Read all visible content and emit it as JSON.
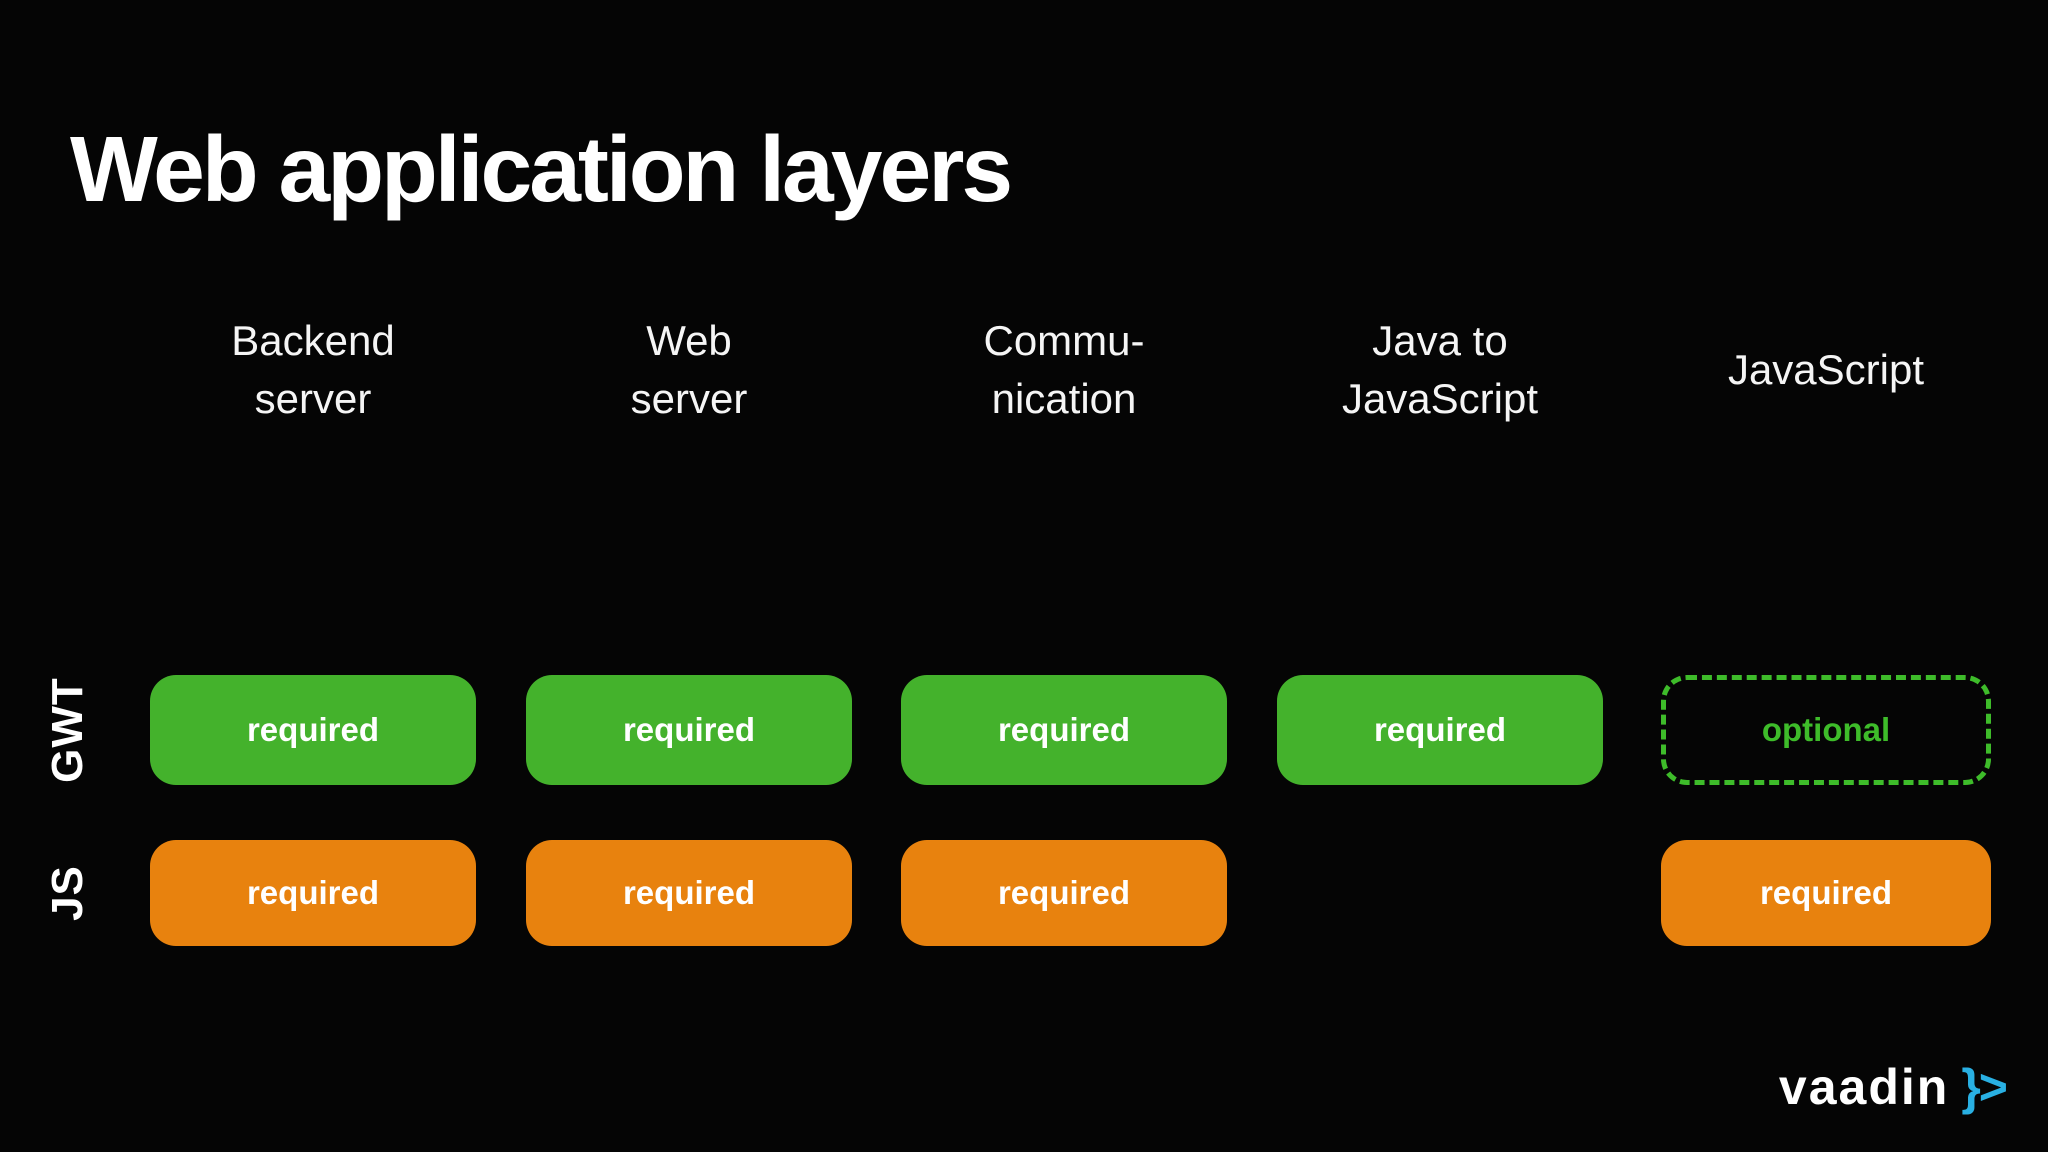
{
  "slide": {
    "title": "Web application layers",
    "columns": [
      {
        "id": "backend-server",
        "label_lines": [
          "Backend",
          "server"
        ]
      },
      {
        "id": "web-server",
        "label_lines": [
          "Web",
          "server"
        ]
      },
      {
        "id": "communication",
        "label_lines": [
          "Commu-",
          "nication"
        ]
      },
      {
        "id": "java-to-javascript",
        "label_lines": [
          "Java to",
          "JavaScript"
        ]
      },
      {
        "id": "javascript",
        "label_lines": [
          "JavaScript"
        ]
      }
    ],
    "rows": [
      {
        "id": "gwt",
        "label": "GWT",
        "cells": [
          {
            "label": "required",
            "variant": "green-solid"
          },
          {
            "label": "required",
            "variant": "green-solid"
          },
          {
            "label": "required",
            "variant": "green-solid"
          },
          {
            "label": "required",
            "variant": "green-solid"
          },
          {
            "label": "optional",
            "variant": "green-dashed"
          }
        ]
      },
      {
        "id": "js",
        "label": "JS",
        "cells": [
          {
            "label": "required",
            "variant": "orange-solid"
          },
          {
            "label": "required",
            "variant": "orange-solid"
          },
          {
            "label": "required",
            "variant": "orange-solid"
          },
          {
            "label": "",
            "variant": "empty"
          },
          {
            "label": "required",
            "variant": "orange-solid"
          }
        ]
      }
    ],
    "colors": {
      "background": "#050505",
      "required_green": "#44b22c",
      "optional_green": "#3ebc2a",
      "required_orange": "#e8820e",
      "logo_blue": "#29b0e3",
      "text_white": "#ffffff"
    },
    "logo": {
      "text": "vaadin",
      "symbol": "}>"
    }
  }
}
